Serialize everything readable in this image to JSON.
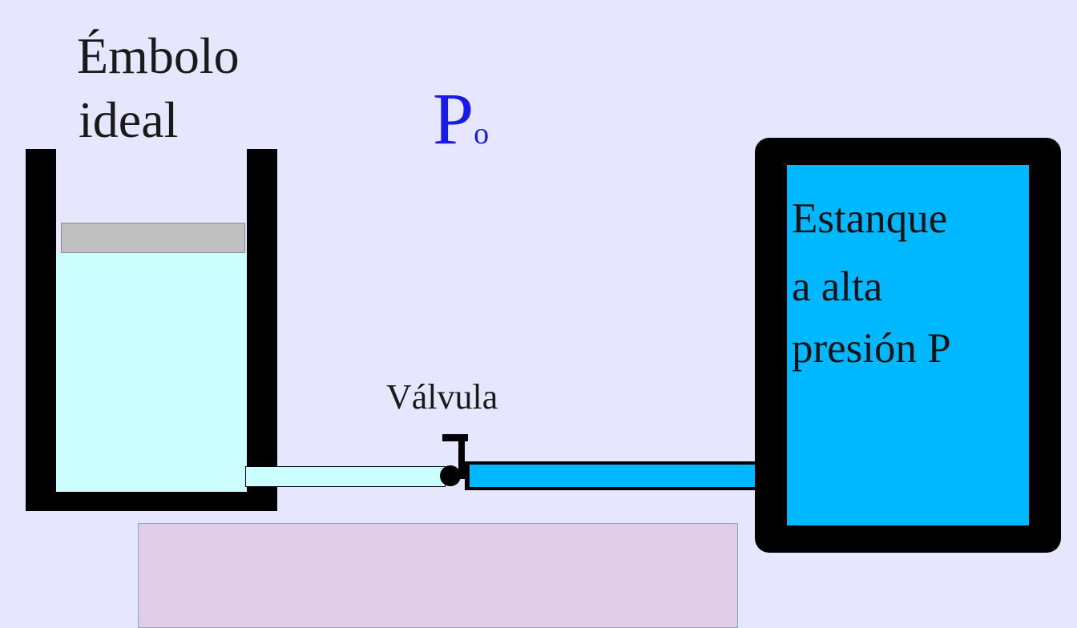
{
  "cylinder": {
    "label_line1": "Émbolo",
    "label_line2": "ideal"
  },
  "pressure": {
    "symbol": "P",
    "subscript": "o"
  },
  "valve": {
    "label": "Válvula"
  },
  "tank": {
    "line1": "Estanque",
    "line2": "a alta",
    "line3": "presión P"
  },
  "colors": {
    "background": "#e6e6fe",
    "low_pressure_fluid": "#ccfeff",
    "high_pressure_fluid": "#00b8ff",
    "pressure_label": "#1a1ae8",
    "bottom_box": "#e0cde6"
  }
}
